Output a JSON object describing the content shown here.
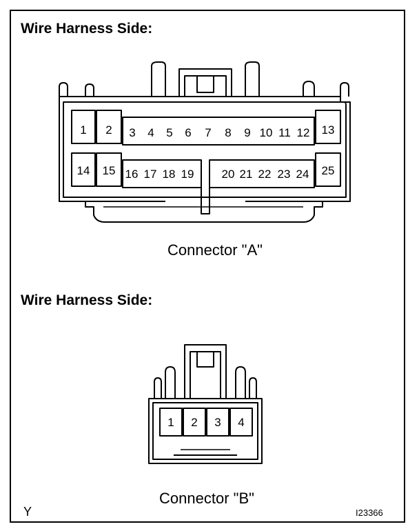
{
  "connector_a": {
    "heading": "Wire Harness Side:",
    "caption": "Connector \"A\"",
    "pins_top": [
      "1",
      "2",
      "3",
      "4",
      "5",
      "6",
      "7",
      "8",
      "9",
      "10",
      "11",
      "12",
      "13"
    ],
    "pins_bottom": [
      "14",
      "15",
      "16",
      "17",
      "18",
      "19",
      "20",
      "21",
      "22",
      "23",
      "24",
      "25"
    ]
  },
  "connector_b": {
    "heading": "Wire Harness Side:",
    "caption": "Connector \"B\"",
    "pins": [
      "1",
      "2",
      "3",
      "4"
    ]
  },
  "footer": {
    "left_mark": "Y",
    "figure_id": "I23366"
  }
}
